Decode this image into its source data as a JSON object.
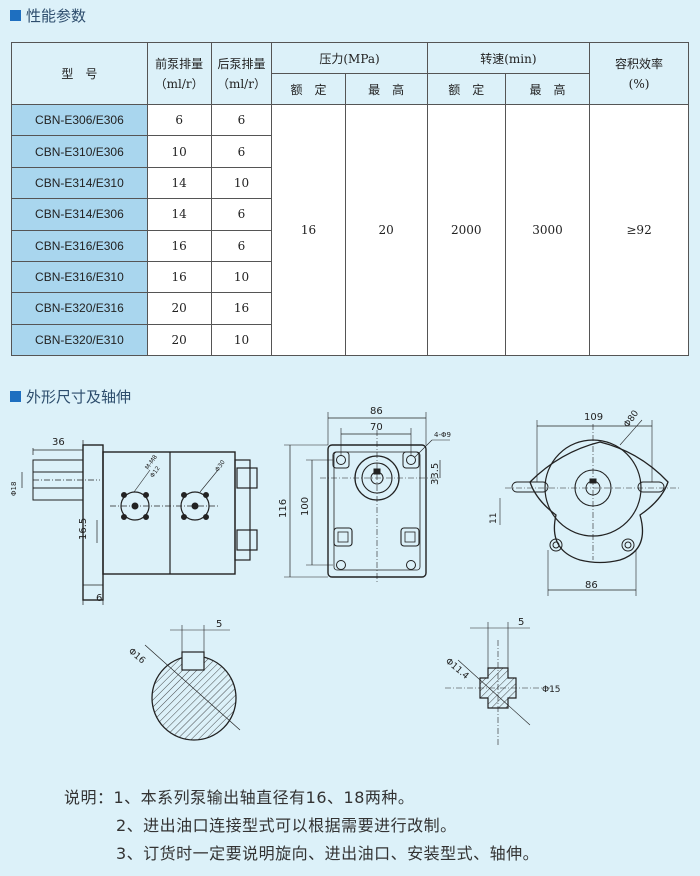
{
  "section1": {
    "title": "性能参数"
  },
  "table": {
    "h_model": "型　号",
    "h_front": "前泵排量",
    "h_back": "后泵排量",
    "h_unit": "（ml/r）",
    "h_pressure": "压力(MPa)",
    "h_speed": "转速(min)",
    "h_eff": "容积效率",
    "h_eff_unit": "(%)",
    "h_rated": "额　定",
    "h_max": "最　高",
    "rows": [
      {
        "model": "CBN-E306/E306",
        "front": "6",
        "back": "6"
      },
      {
        "model": "CBN-E310/E306",
        "front": "10",
        "back": "6"
      },
      {
        "model": "CBN-E314/E310",
        "front": "14",
        "back": "10"
      },
      {
        "model": "CBN-E314/E306",
        "front": "14",
        "back": "6"
      },
      {
        "model": "CBN-E316/E306",
        "front": "16",
        "back": "6"
      },
      {
        "model": "CBN-E316/E310",
        "front": "16",
        "back": "10"
      },
      {
        "model": "CBN-E320/E316",
        "front": "20",
        "back": "16"
      },
      {
        "model": "CBN-E320/E310",
        "front": "20",
        "back": "10"
      }
    ],
    "pressure_rated": "16",
    "pressure_max": "20",
    "speed_rated": "2000",
    "speed_max": "3000",
    "efficiency": "≥92"
  },
  "section2": {
    "title": "外形尺寸及轴伸"
  },
  "dims": {
    "d36": "36",
    "d6": "6",
    "d16_5": "16.5",
    "dpin": "Φ18",
    "dtxt1": "M-M8",
    "dtxt2": "Φ12",
    "dtxt3": "Φ30",
    "d86": "86",
    "d70": "70",
    "d4": "4-Φ9",
    "d33": "33.5",
    "d116": "116",
    "d100": "100",
    "d109": "109",
    "d80": "Φ80",
    "d11": "11",
    "d86b": "86",
    "s5a": "5",
    "s16": "Φ16",
    "s5b": "5",
    "s114": "Φ11.4",
    "s15": "Φ15"
  },
  "notes": [
    "说明：1、本系列泵输出轴直径有16、18两种。",
    "2、进出油口连接型式可以根据需要进行改制。",
    "3、订货时一定要说明旋向、进出油口、安装型式、轴伸。"
  ]
}
